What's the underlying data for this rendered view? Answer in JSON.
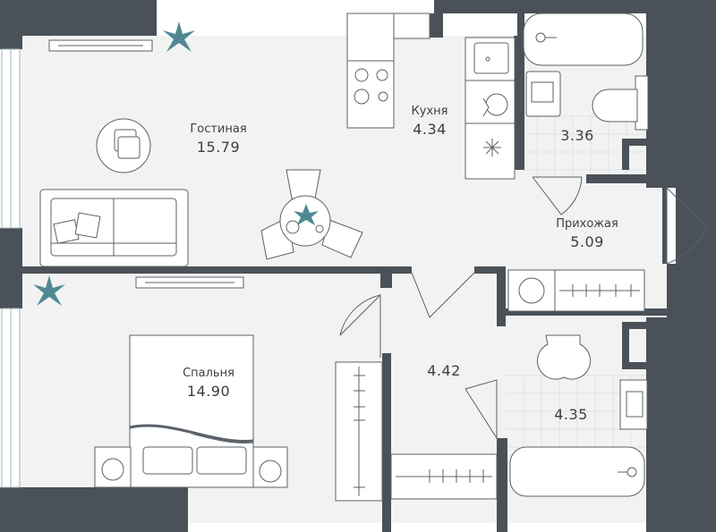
{
  "rooms": {
    "living": {
      "name": "Гостиная",
      "area": "15.79"
    },
    "kitchen": {
      "name": "Кухня",
      "area": "4.34"
    },
    "bath1": {
      "area": "3.36"
    },
    "hallway": {
      "name": "Прихожая",
      "area": "5.09"
    },
    "corridor": {
      "area": "4.42"
    },
    "bedroom": {
      "name": "Спальня",
      "area": "14.90"
    },
    "bath2": {
      "area": "4.35"
    }
  },
  "colors": {
    "wall": "#4a5158",
    "floor": "#f2f2f2",
    "tile": "#e9ecee",
    "line": "#5a6168",
    "window": "#cfe3ea",
    "plant": "#4f8893"
  }
}
